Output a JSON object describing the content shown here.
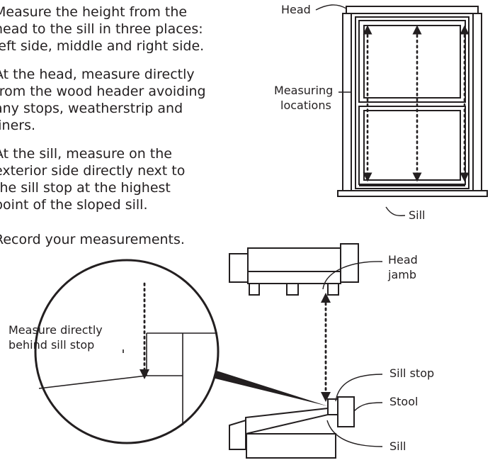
{
  "instructions": [
    "Measure the height from the head to the sill in three places: left side, middle and right side.",
    "At the head, measure directly from the wood header avoiding any stops, weatherstrip and liners.",
    "At the sill, measure on the exterior side directly next to the sill stop at the highest point of the sloped sill.",
    "Record your measurements."
  ],
  "labels": {
    "head": "Head",
    "measuring_locations_line1": "Measuring",
    "measuring_locations_line2": "locations",
    "sill_window": "Sill",
    "head_jamb_line1": "Head",
    "head_jamb_line2": "jamb",
    "measure_behind_line1": "Measure directly",
    "measure_behind_line2": "behind sill stop",
    "sill_stop": "Sill stop",
    "stool": "Stool",
    "sill_section": "Sill"
  },
  "colors": {
    "ink": "#231f20",
    "background": "#ffffff"
  }
}
